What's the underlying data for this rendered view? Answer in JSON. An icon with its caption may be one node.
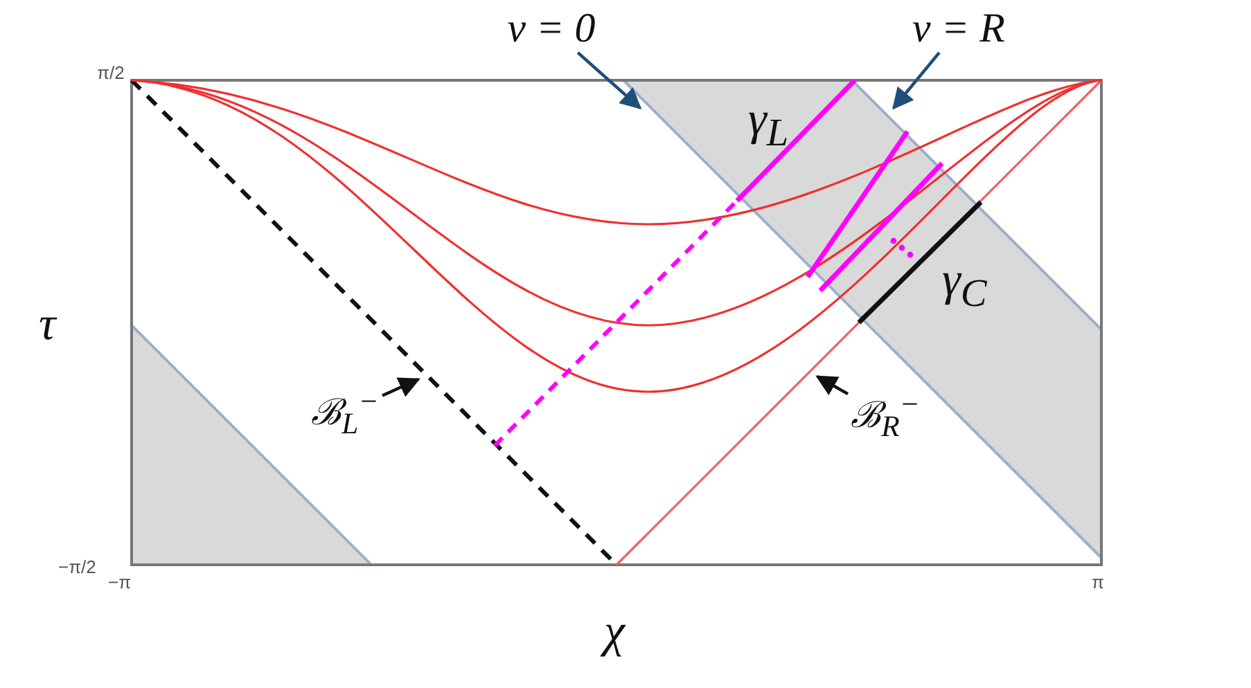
{
  "diagram": {
    "nodes": [
      {
        "text": [
          "v = 0"
        ]
      },
      {
        "text": [
          "v = R"
        ]
      },
      {
        "text": [
          "ℬ$_{L}$$^{−}$"
        ]
      },
      {
        "text": [
          "ℬ$_{R}$$^{−}$"
        ]
      }
    ],
    "edges": [
      {
        "from": 0,
        "to": null,
        "arrow": "to",
        "color": "#1f4e79"
      },
      {
        "from": 1,
        "to": null,
        "arrow": "to",
        "color": "#1f4e79"
      },
      {
        "from": 2,
        "to": null,
        "arrow": "to",
        "color": "#111111"
      },
      {
        "from": 3,
        "to": null,
        "arrow": "to",
        "color": "#111111"
      }
    ],
    "labels": [
      "π/2",
      "γ$_{L}$",
      "τ",
      "γ$_{C}$",
      "−π/2",
      "−π",
      "π",
      "χ"
    ]
  }
}
